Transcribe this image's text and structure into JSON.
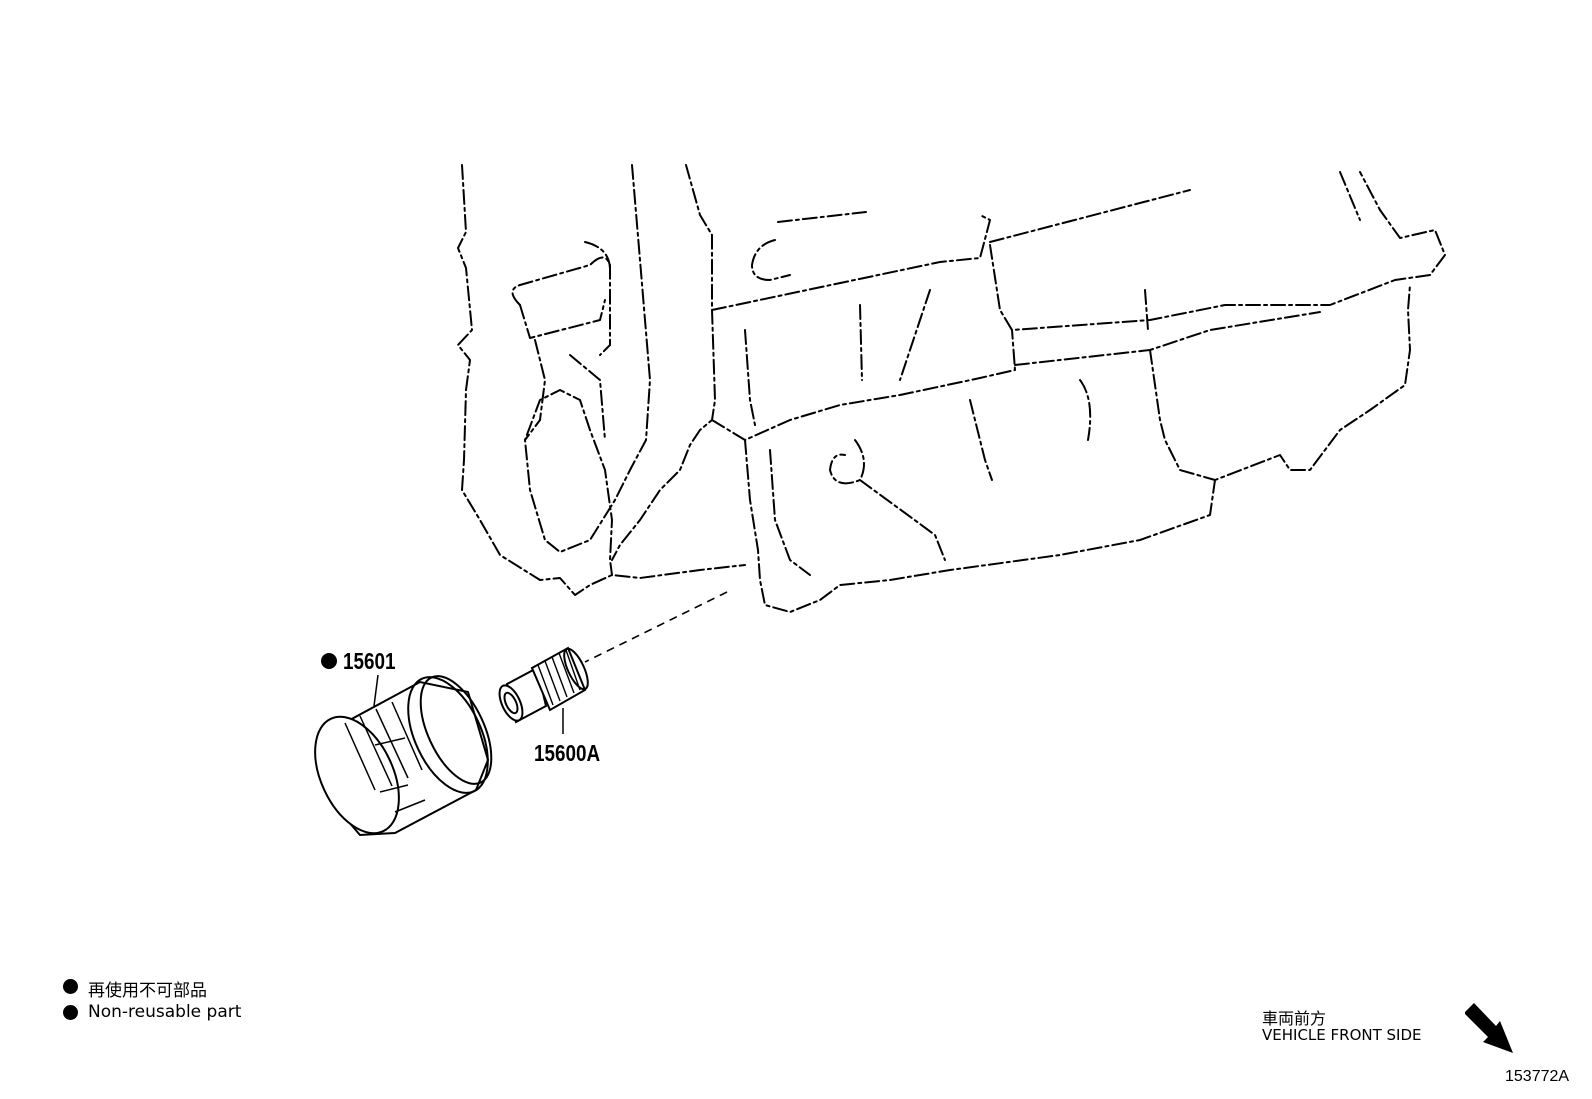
{
  "parts": {
    "oil_filter": {
      "number": "15601",
      "non_reusable": true
    },
    "union": {
      "number": "15600A",
      "non_reusable": false
    }
  },
  "legend": {
    "japanese": "再使用不可部品",
    "english": "Non-reusable part"
  },
  "direction": {
    "japanese": "車両前方",
    "english": "VEHICLE FRONT SIDE"
  },
  "illustration_code": "153772A",
  "colors": {
    "ink": "#000000",
    "background": "#ffffff"
  }
}
